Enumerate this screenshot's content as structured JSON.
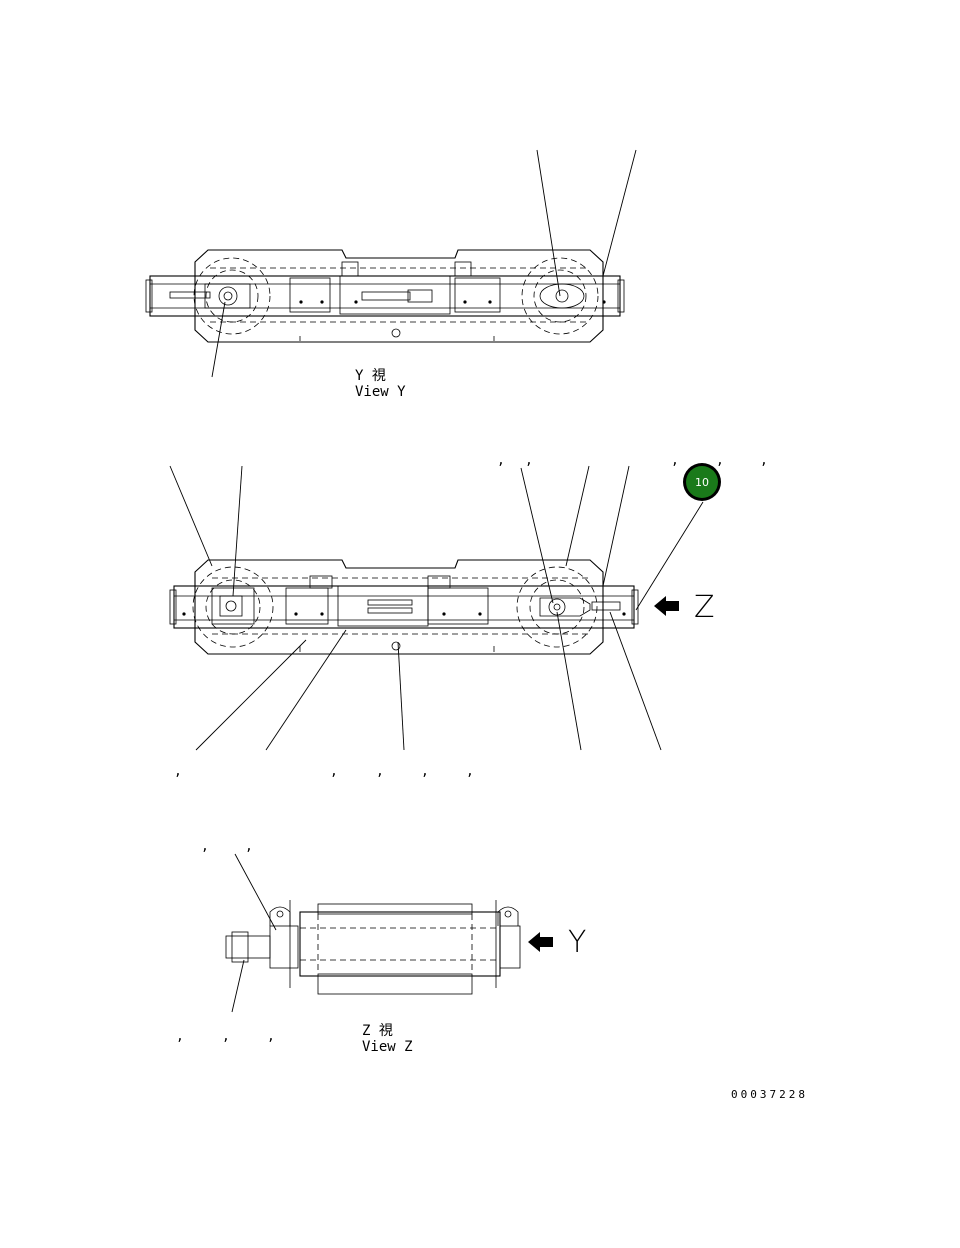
{
  "view_y": {
    "jp": "Y 視",
    "en": "View Y"
  },
  "view_z": {
    "jp": "Z 視",
    "en": "View Z"
  },
  "arrow_z_letter": "Z",
  "arrow_y_letter": "Y",
  "callout": {
    "number": "10",
    "fill_color": "#1a7a1a",
    "ring_color": "#000000"
  },
  "part_code": "00037228",
  "comma_mark": ","
}
